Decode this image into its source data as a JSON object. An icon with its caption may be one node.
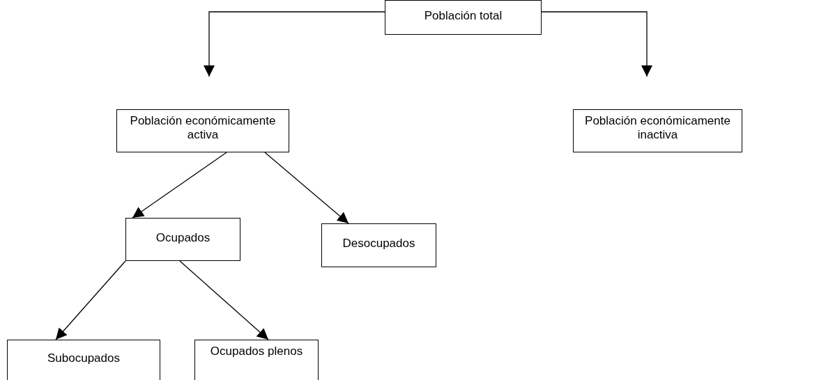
{
  "diagram": {
    "nodes": [
      {
        "text": [
          "Población total"
        ]
      },
      {
        "text": [
          "Población económicamente activa"
        ]
      },
      {
        "text": [
          "Población económicamente inactiva"
        ]
      },
      {
        "text": [
          "Ocupados"
        ]
      },
      {
        "text": [
          "Desocupados"
        ]
      },
      {
        "text": [
          "Subocupados"
        ]
      },
      {
        "text": [
          "Ocupados plenos"
        ]
      }
    ],
    "edges": [
      {
        "from": 0,
        "to": 1,
        "arrow": "to"
      },
      {
        "from": 0,
        "to": 2,
        "arrow": "to"
      },
      {
        "from": 1,
        "to": 3,
        "arrow": "to"
      },
      {
        "from": 1,
        "to": 4,
        "arrow": "to"
      },
      {
        "from": 3,
        "to": 5,
        "arrow": "to"
      },
      {
        "from": 3,
        "to": 6,
        "arrow": "to"
      }
    ]
  }
}
